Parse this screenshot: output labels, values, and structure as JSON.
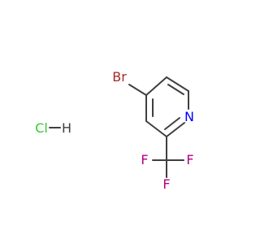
{
  "molecule": {
    "atoms": {
      "br": "Br",
      "n": "N",
      "f_top": "F",
      "f_left": "F",
      "f_bottom": "F",
      "cl": "Cl",
      "h": "H"
    },
    "colors": {
      "bond": "#3f3f3f",
      "bromine": "#a52a2a",
      "nitrogen": "#0000ff",
      "fluorine": "#b40083",
      "chlorine": "#33cc33",
      "hydrogen": "#3f3f3f"
    }
  }
}
